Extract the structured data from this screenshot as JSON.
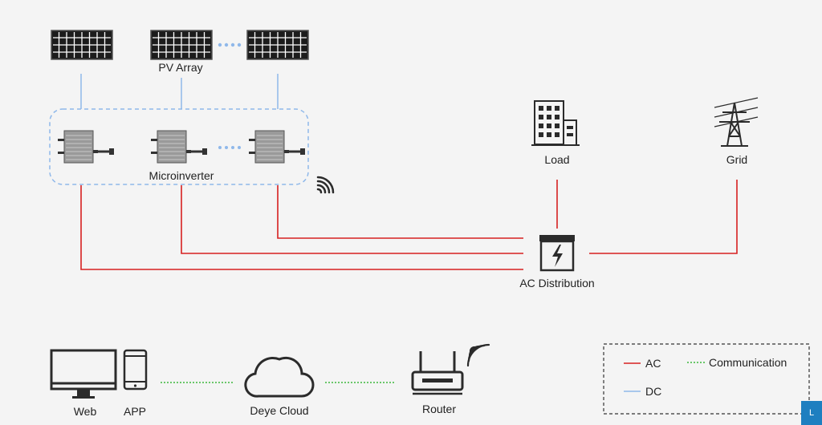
{
  "labels": {
    "pv_array": "PV Array",
    "microinverter": "Microinverter",
    "load": "Load",
    "grid": "Grid",
    "ac_distribution": "AC Distribution",
    "web": "Web",
    "app": "APP",
    "deye_cloud": "Deye Cloud",
    "router": "Router"
  },
  "legend": {
    "ac": "AC",
    "dc": "DC",
    "communication": "Communication"
  },
  "colors": {
    "ac": "#d62020",
    "dc": "#8fb8ea",
    "communication": "#3cb83c",
    "icon": "#2b2b2b",
    "background": "#f4f4f4"
  },
  "icons": [
    "solar-panel-icon",
    "microinverter-icon",
    "building-icon",
    "power-tower-icon",
    "distribution-box-icon",
    "monitor-icon",
    "phone-icon",
    "cloud-icon",
    "router-icon",
    "wifi-icon"
  ],
  "badge": "L"
}
